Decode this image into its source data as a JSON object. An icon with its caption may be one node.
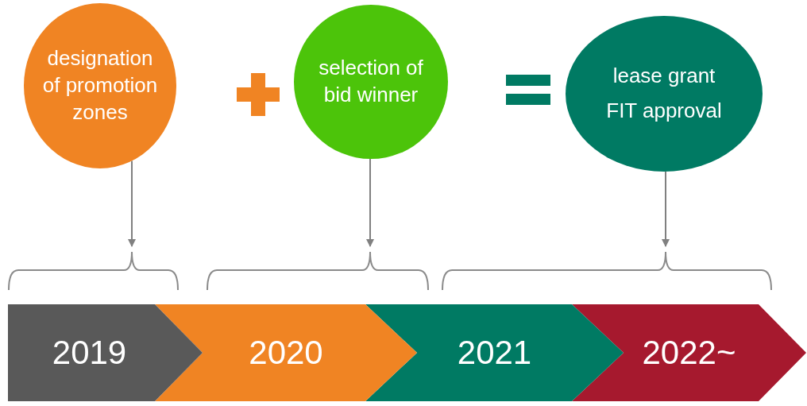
{
  "diagram": {
    "nodes": [
      {
        "text": [
          "designation of promotion zones"
        ]
      },
      {
        "text": [
          "selection of bid winner"
        ]
      },
      {
        "text": [
          "lease grant",
          "FIT approval"
        ]
      },
      {
        "text": [],
        "shape": "bracket"
      },
      {
        "text": [],
        "shape": "bracket"
      },
      {
        "text": [],
        "shape": "bracket"
      },
      {
        "text": [
          "2019"
        ]
      },
      {
        "text": [
          "2020"
        ]
      },
      {
        "text": [
          "2021"
        ]
      },
      {
        "text": [
          "2022~"
        ]
      }
    ],
    "edges": [
      {
        "from": 0,
        "to": 3,
        "arrow": "to"
      },
      {
        "from": 1,
        "to": 4,
        "arrow": "to"
      },
      {
        "from": 2,
        "to": 5,
        "arrow": "to"
      }
    ]
  }
}
